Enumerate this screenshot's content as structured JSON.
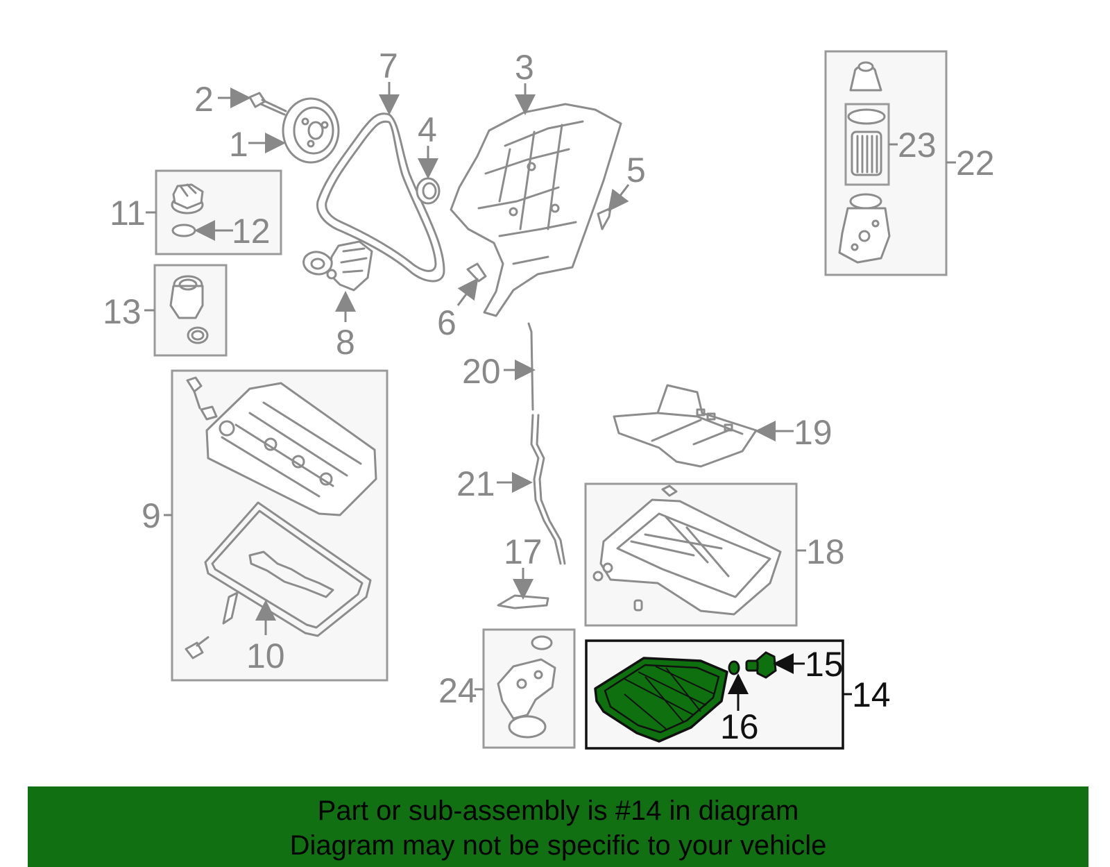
{
  "diagram": {
    "callouts": {
      "c1": "1",
      "c2": "2",
      "c3": "3",
      "c4": "4",
      "c5": "5",
      "c6": "6",
      "c7": "7",
      "c8": "8",
      "c9": "9",
      "c10": "10",
      "c11": "11",
      "c12": "12",
      "c13": "13",
      "c14": "14",
      "c15": "15",
      "c16": "16",
      "c17": "17",
      "c18": "18",
      "c19": "19",
      "c20": "20",
      "c21": "21",
      "c22": "22",
      "c23": "23",
      "c24": "24"
    },
    "highlight_color": "#0f700f",
    "highlighted_part": "14"
  },
  "banner": {
    "line1": "Part or sub-assembly is #14 in diagram",
    "line2": "Diagram may not be specific to your vehicle",
    "background": "#117011"
  }
}
